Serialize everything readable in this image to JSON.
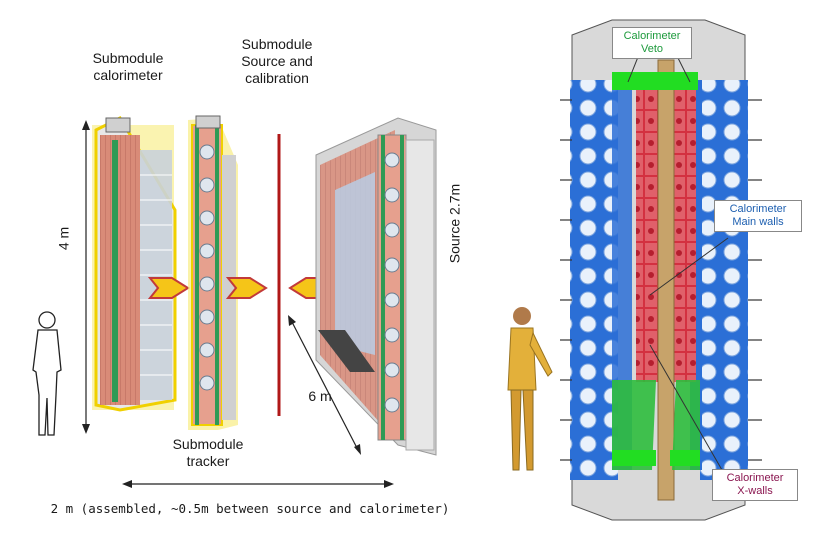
{
  "labels": {
    "sub_cal": "Submodule\ncalorimeter",
    "sub_src": "Submodule\nSource and\ncalibration",
    "height": "4 m",
    "source_len": "Source 2.7m",
    "six_m": "6 m",
    "sub_tracker": "Submodule\ntracker",
    "bottom_note": "2 m (assembled, ~0.5m between source and calorimeter)"
  },
  "callouts": {
    "veto": "Calorimeter\nVeto",
    "main_walls": "Calorimeter\nMain walls",
    "x_walls": "Calorimeter\nX-walls"
  },
  "colors": {
    "copper": "#d98b78",
    "frame": "#c8c8c8",
    "yellow": "#f0d000",
    "green": "#2f9a55",
    "blue": "#2b6fd6",
    "red": "#d33040",
    "bright_green": "#22dd22",
    "source_red": "#b01818",
    "veto_text": "#1d9a3c",
    "main_text": "#1d5fb0",
    "xwall_text": "#8a1650"
  }
}
